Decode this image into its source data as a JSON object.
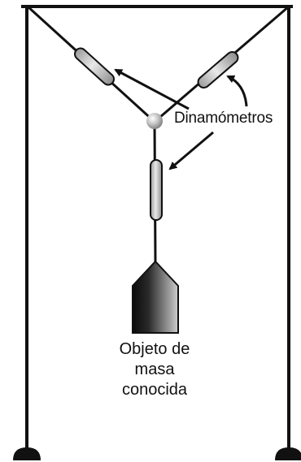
{
  "diagram": {
    "dynamometers_label": "Dinamómetros",
    "object_label_lines": [
      "Objeto de",
      "masa",
      "conocida"
    ]
  }
}
